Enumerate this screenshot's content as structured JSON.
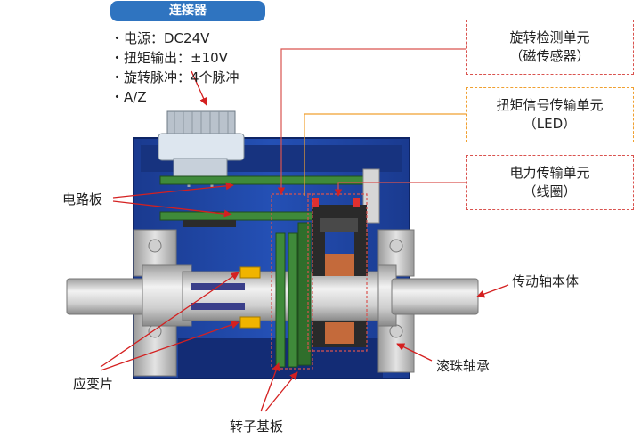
{
  "connector": {
    "title": "连接器",
    "specs": [
      "・电源：DC24V",
      "・扭矩输出：±10V",
      "・旋转脉冲：4个脉冲",
      "・A/Z"
    ]
  },
  "units": [
    {
      "line1": "旋转检测单元",
      "line2": "（磁传感器）",
      "color": "#d9534f"
    },
    {
      "line1": "扭矩信号传输单元",
      "line2": "（LED）",
      "color": "#f0a030"
    },
    {
      "line1": "电力传输单元",
      "line2": "（线圈）",
      "color": "#d9534f"
    }
  ],
  "labels": {
    "circuit_board": "电路板",
    "shaft_body": "传动轴本体",
    "ball_bearing": "滚珠轴承",
    "strain_gauge": "应变片",
    "rotor_board": "转子基板"
  },
  "colors": {
    "housing": "#1c3f9a",
    "pcb": "#3f8a3a",
    "arrow": "#d42020",
    "badge": "#2f74c0"
  }
}
